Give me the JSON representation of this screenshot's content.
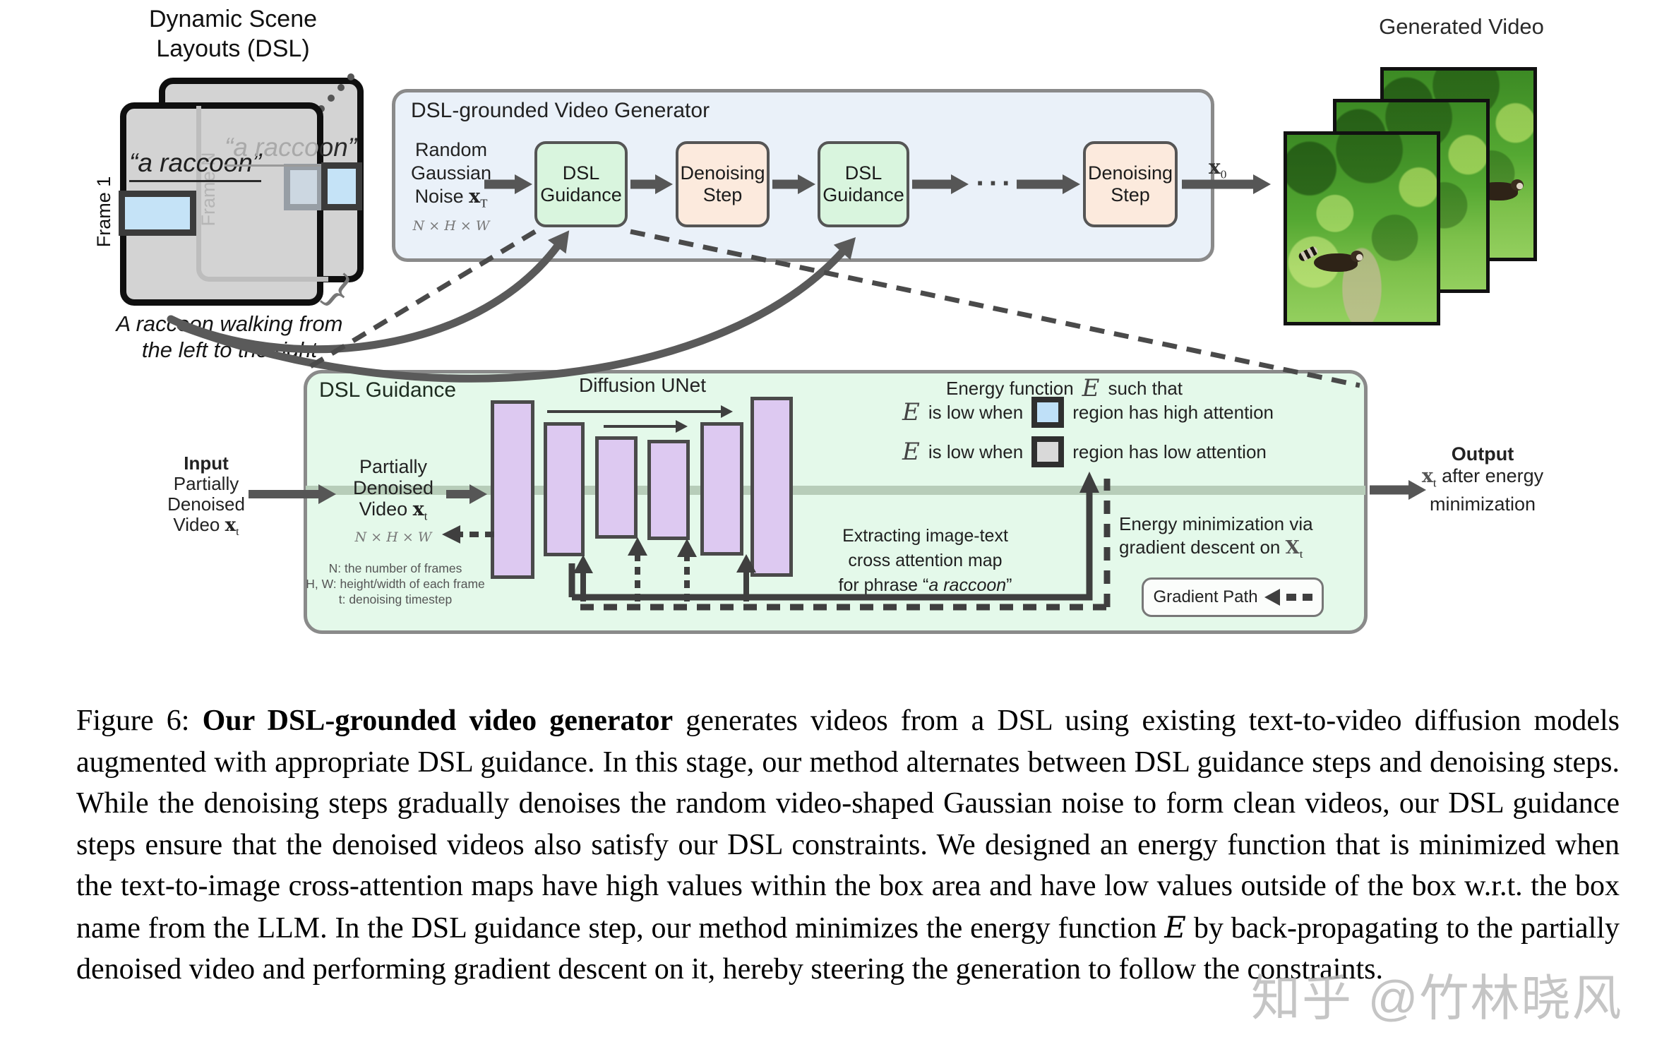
{
  "dsl": {
    "title_line1": "Dynamic Scene",
    "title_line2": "Layouts (DSL)",
    "frame1_label": "Frame 1",
    "frameN_label": "Frame N",
    "front_phrase": "“a raccoon”",
    "back_phrase_hidden": "“a racco",
    "back_phrase_visible": "on”",
    "caption_line1": "A raccoon walking from",
    "caption_line2": "the left to the right",
    "brace": "}"
  },
  "pipeline": {
    "title": "DSL-grounded Video Generator",
    "input": {
      "line1": "Random",
      "line2": "Gaussian",
      "line3": "Noise ",
      "sym": "x",
      "sub": "T",
      "dims": "N × H × W"
    },
    "blocks": [
      {
        "line1": "DSL",
        "line2": "Guidance"
      },
      {
        "line1": "Denoising",
        "line2": "Step"
      },
      {
        "line1": "DSL",
        "line2": "Guidance"
      },
      {
        "line1": "Denoising",
        "line2": "Step"
      }
    ],
    "ellipsis": "···",
    "output_sym": "x",
    "output_sub": "0"
  },
  "generated_video": {
    "title": "Generated Video"
  },
  "detail": {
    "title": "DSL Guidance",
    "unet_label": "Diffusion UNet",
    "outer_input": {
      "line1": "Input",
      "line2": "Partially",
      "line3": "Denoised",
      "line4": "Video ",
      "sym": "x",
      "sub": "t"
    },
    "inner_input": {
      "line1": "Partially",
      "line2": "Denoised",
      "line3": "Video ",
      "sym": "x",
      "sub": "t",
      "dims": "N × H × W"
    },
    "notes": [
      "N: the number of frames",
      "H, W: height/width of each frame",
      "t: denoising timestep"
    ],
    "energy": {
      "title_pre": "Energy function ",
      "title_sym": "E",
      "title_post": " such that",
      "row_sym": "E",
      "row_text": " is low when",
      "high_label": "region has high attention",
      "low_label": "region has low attention"
    },
    "extraction": {
      "line1": "Extracting image-text",
      "line2": "cross attention map",
      "line3_pre": "for phrase “",
      "phrase": "a raccoon",
      "line3_post": "”"
    },
    "energy_min": {
      "line1": "Energy minimization via",
      "line2": "gradient descent on ",
      "sym": "X",
      "sub": "t"
    },
    "gradient_path_label": "Gradient Path",
    "output": {
      "line1": "Output",
      "sym": "x",
      "sub": "t",
      "line2": " after energy",
      "line3": "minimization"
    }
  },
  "caption": {
    "prefix": "Figure 6: ",
    "bold": "Our DSL-grounded video generator",
    "body1": " generates videos from a DSL using existing text-to-video diffusion models augmented with appropriate DSL guidance. In this stage, our method alternates between DSL guidance steps and denoising steps. While the denoising steps gradually denoises the random video-shaped Gaussian noise to form clean videos, our DSL guidance steps ensure that the denoised videos also satisfy our DSL constraints. We designed an energy function that is minimized when the text-to-image cross-attention maps have high values within the box area and have low values outside of the box w.r.t. the box name from the LLM. In the DSL guidance step, our method minimizes the energy function ",
    "math_sym": "E",
    "body2": " by back-propagating to the partially denoised video and performing gradient descent on it, hereby steering the generation to follow the constraints."
  },
  "watermark": "知乎 @竹林晓风",
  "colors": {
    "pipeline_bg": "#eaf1f9",
    "guidance_block": "#d9f5de",
    "denoise_block": "#fceadd",
    "detail_bg": "#e4f9ea",
    "unet_bar": "#ddc9f1",
    "attention_high": "#bfe0f8",
    "attention_low": "#d9d9d9",
    "dsl_frame": "#d3d3d3",
    "dsl_box_blue": "#c5e3f7",
    "arrow": "#565656"
  }
}
